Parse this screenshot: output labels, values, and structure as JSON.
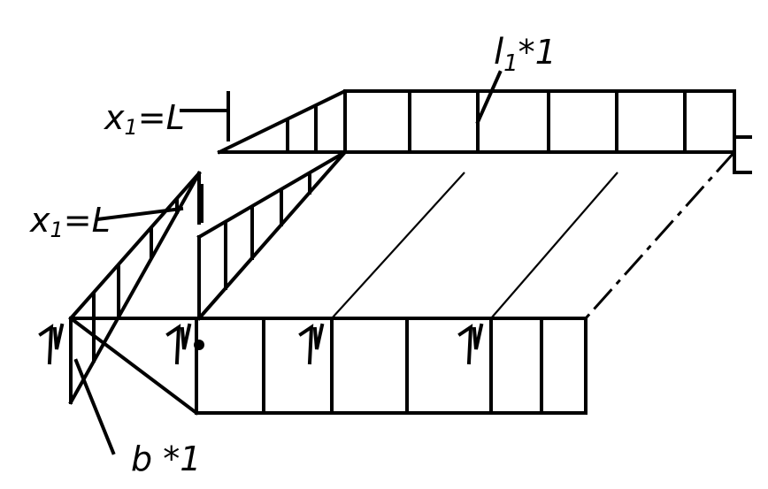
{
  "labels": {
    "x1_top": {
      "var": "x",
      "sub": "1",
      "rest": "=L"
    },
    "x1_left": {
      "var": "x",
      "sub": "1",
      "rest": "=L"
    },
    "l1_load": {
      "var": "l",
      "sub": "1",
      "rest": "*1"
    },
    "b_load": {
      "text": "b *1"
    }
  },
  "supports": [
    "support-1",
    "support-2",
    "support-3",
    "support-4"
  ],
  "color": "#000000"
}
